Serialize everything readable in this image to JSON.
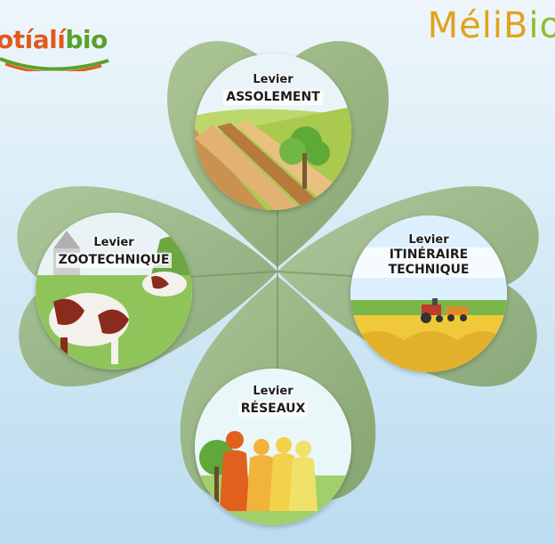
{
  "logos": {
    "left_prefix": "otíalí",
    "left_suffix": "bio",
    "right_prefix": "MéliB",
    "right_suffix": "io"
  },
  "levers": {
    "assolement": {
      "kicker": "Levier",
      "name": "ASSOLEMENT"
    },
    "zootechnique": {
      "kicker": "Levier",
      "name": "ZOOTECHNIQUE"
    },
    "itineraire": {
      "kicker": "Levier",
      "name_line1": "ITINÉRAIRE",
      "name_line2": "TECHNIQUE"
    },
    "reseaux": {
      "kicker": "Levier",
      "name": "RÉSEAUX"
    }
  },
  "colors": {
    "leaf": "#8fae74",
    "leaf_dark": "#6f8f58",
    "brand_orange": "#e05a1c",
    "brand_green": "#5aa02c",
    "brand_yellow": "#e3a21c"
  }
}
